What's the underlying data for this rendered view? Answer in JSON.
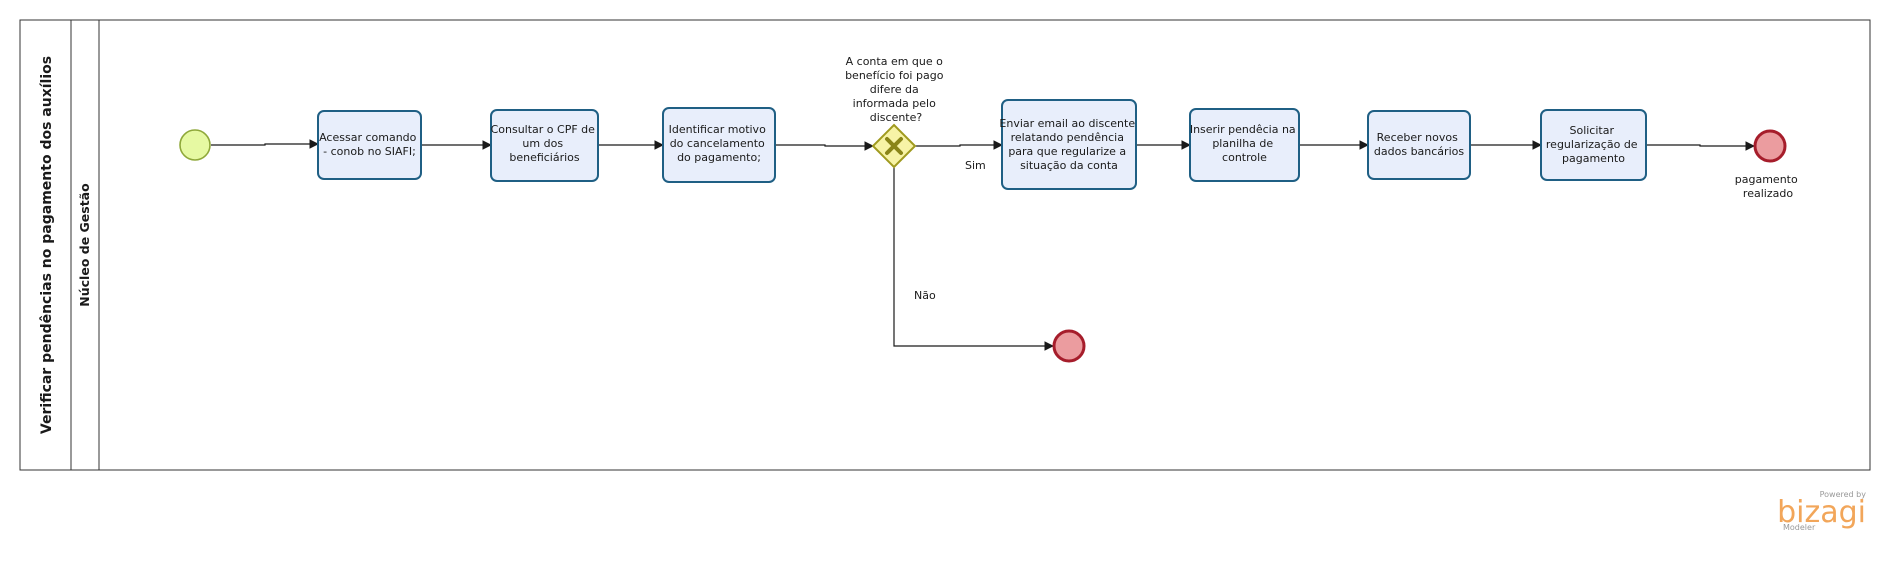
{
  "pool": {
    "title": "Verificar pendências no pagamento dos auxílios"
  },
  "lane": {
    "title": "Núcleo de Gestão"
  },
  "tasks": [
    {
      "id": "t1",
      "lines": [
        "Acessar comando",
        "- conob no SIAFI;"
      ]
    },
    {
      "id": "t2",
      "lines": [
        "Consultar o CPF de",
        "um dos",
        "beneficiários"
      ]
    },
    {
      "id": "t3",
      "lines": [
        "Identificar motivo",
        "do cancelamento",
        "do pagamento;"
      ]
    },
    {
      "id": "t4",
      "lines": [
        "Enviar email ao discente",
        "relatando pendência",
        "para que regularize a",
        "situação da conta"
      ]
    },
    {
      "id": "t5",
      "lines": [
        "Inserir pendêcia na",
        "planilha de",
        "controle"
      ]
    },
    {
      "id": "t6",
      "lines": [
        "Receber novos",
        "dados bancários"
      ]
    },
    {
      "id": "t7",
      "lines": [
        "Solicitar",
        "regularização de",
        "pagamento"
      ]
    }
  ],
  "gateway": {
    "question_lines": [
      "A conta em que o",
      "benefício foi pago",
      "difere da",
      "informada pelo",
      "discente?"
    ]
  },
  "flows": {
    "yes_label": "Sim",
    "no_label": "Não"
  },
  "end_event": {
    "label_lines": [
      "pagamento",
      "realizado"
    ]
  },
  "watermark": {
    "powered_by": "Powered by",
    "brand": "bizagi",
    "product": "Modeler"
  },
  "colors": {
    "task_fill": "#e8eefb",
    "task_stroke": "#1f5f84",
    "start_fill": "#e6f9a2",
    "start_stroke": "#8fa83a",
    "end_fill": "#eb9c9f",
    "end_stroke": "#a61d2b",
    "gateway_fill": "#f7f3a6",
    "gateway_stroke": "#a09a1f",
    "gateway_mark": "#8a8518",
    "line": "#1a1a1a",
    "watermark_orange": "#f2a65a"
  }
}
